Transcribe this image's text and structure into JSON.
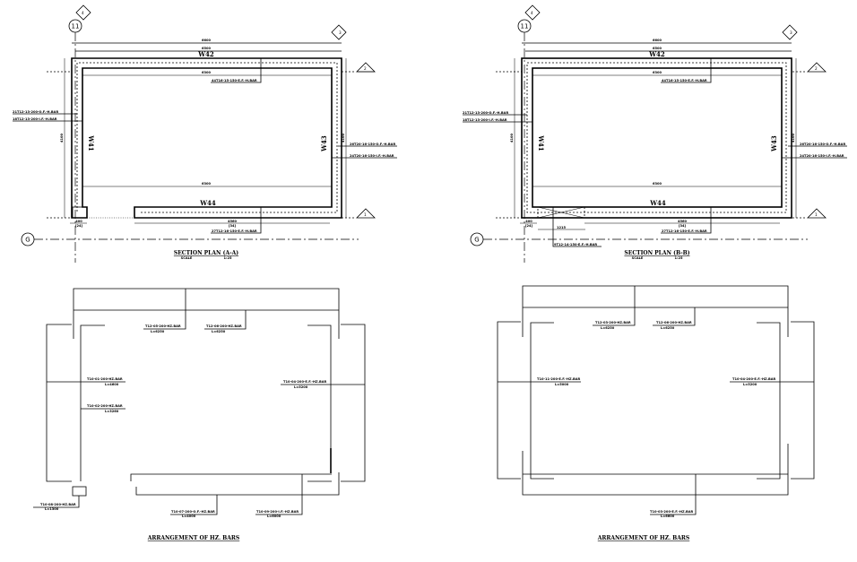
{
  "grid": {
    "col": "11",
    "row": "G"
  },
  "section_markers": [
    "4",
    "3",
    "2",
    "1"
  ],
  "section_a": {
    "title": "SECTION PLAN (A-A)",
    "scale_label": "SCALE",
    "scale": "1:25",
    "walls": {
      "top": "W42",
      "left": "W41",
      "right": "W43",
      "bottom": "W44"
    },
    "dims": {
      "overall": "6600",
      "outer": "6500",
      "inner_top": "6300",
      "inner_bottom": "6300",
      "height_left": "4100",
      "height_right": "4100",
      "opening": "400",
      "opening_sub": "[24]",
      "w44": "4560",
      "w44_sub": "[34]"
    },
    "rebar": {
      "top": "44T16-15-150-E.F.-H.BAR",
      "left_of": "21T12-13-200-O.F.-H.BAR",
      "left_if": "18T12-13-200-I.F.-H.BAR",
      "right_of": "26T20-16-150-O.F.-H.BAR",
      "right_if": "24T20-16-150-I.F.-H.BAR",
      "bottom": "27T12-16-150-E.F.-H.BAR"
    }
  },
  "section_b": {
    "title": "SECTION PLAN (B-B)",
    "scale_label": "SCALE",
    "scale": "1:25",
    "walls": {
      "top": "W42",
      "left": "W41",
      "right": "W43",
      "bottom": "W44"
    },
    "dims": {
      "overall": "6600",
      "outer": "6500",
      "inner_top": "6300",
      "inner_bottom": "6300",
      "height_left": "4100",
      "height_right": "4100",
      "opening": "400",
      "opening_sub": "[24]",
      "w44": "4560",
      "w44_sub": "[34]",
      "detail": "1215"
    },
    "rebar": {
      "top": "44T16-15-150-E.F.-H.BAR",
      "left_of": "21T12-13-200-O.F.-H.BAR",
      "left_if": "18T12-13-200-I.F.-H.BAR",
      "right_of": "26T20-16-150-O.F.-H.BAR",
      "right_if": "24T20-16-150-I.F.-H.BAR",
      "bottom": "27T12-16-150-E.F.-H.BAR",
      "detail": "9T12-14-150-E.F.-H.BAR"
    }
  },
  "arrangement_a": {
    "title": "ARRANGEMENT OF HZ. BARS",
    "bars": [
      {
        "mark": "T12-05-200-HZ.BAR",
        "length": "L=6250"
      },
      {
        "mark": "T12-06-200-HZ.BAR",
        "length": "L=6250"
      },
      {
        "mark": "T10-01-200-HZ.BAR",
        "length": "L=4600"
      },
      {
        "mark": "T10-02-200-HZ.BAR",
        "length": "L=3260"
      },
      {
        "mark": "T10-04-200-E.F.-HZ.BAR",
        "length": "L=5200"
      },
      {
        "mark": "T10-08-200-HZ.BAR",
        "length": "L=1300"
      },
      {
        "mark": "T10-07-200-O.F.-HZ.BAR",
        "length": "L=4000"
      },
      {
        "mark": "T10-09-200-I.F.-HZ.BAR",
        "length": "L=6000"
      }
    ]
  },
  "arrangement_b": {
    "title": "ARRANGEMENT OF HZ. BARS",
    "bars": [
      {
        "mark": "T12-03-200-HZ.BAR",
        "length": "L=6250"
      },
      {
        "mark": "T12-06-200-HZ.BAR",
        "length": "L=6250"
      },
      {
        "mark": "T10-11-200-E.F.-HZ.BAR",
        "length": "L=5000"
      },
      {
        "mark": "T10-04-200-E.F.-HZ.BAR",
        "length": "L=5200"
      },
      {
        "mark": "T10-03-200-E.F.-HZ.BAR",
        "length": "L=6600"
      }
    ]
  }
}
